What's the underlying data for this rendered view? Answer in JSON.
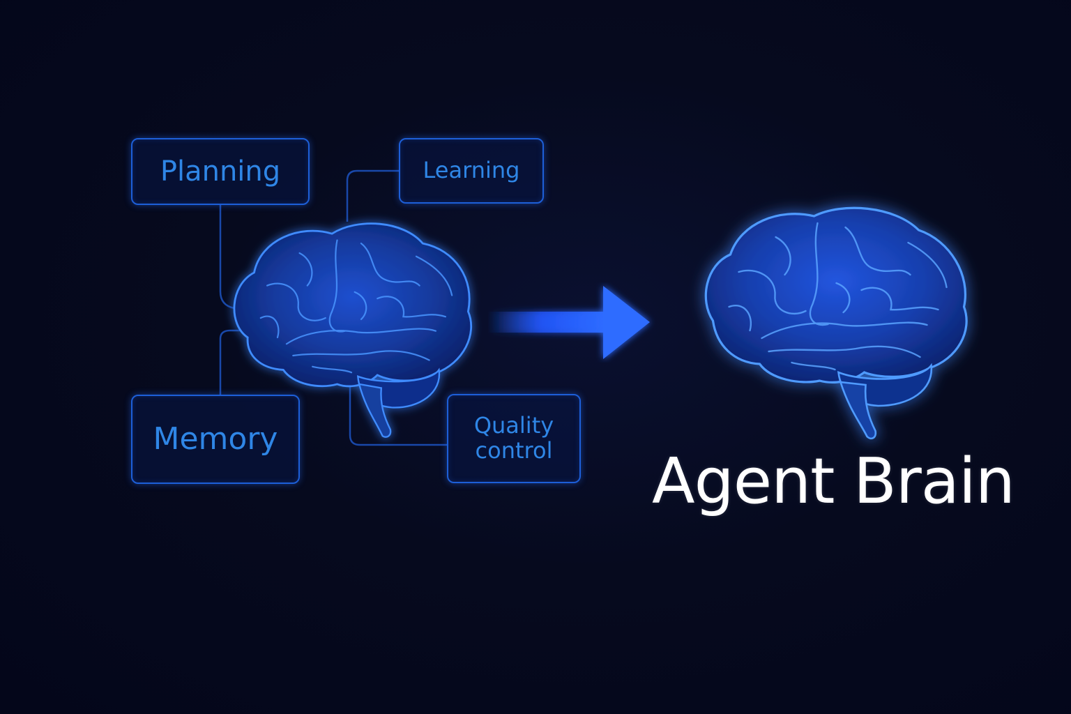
{
  "diagram": {
    "modules": [
      {
        "key": "planning",
        "lines": [
          "Planning"
        ]
      },
      {
        "key": "learning",
        "lines": [
          "Learning"
        ]
      },
      {
        "key": "memory",
        "lines": [
          "Memory"
        ]
      },
      {
        "key": "quality",
        "lines": [
          "Quality",
          "control"
        ]
      }
    ],
    "title": "Agent Brain",
    "colors": {
      "background": "#050818",
      "box_border": "#1d5fd8",
      "label_text": "#2f86e6",
      "brain_glow": "#2f7bff",
      "arrow": "#2a6bff",
      "title_text": "#ffffff"
    },
    "icons": [
      "brain-icon",
      "brain-icon",
      "right-arrow-icon"
    ]
  }
}
